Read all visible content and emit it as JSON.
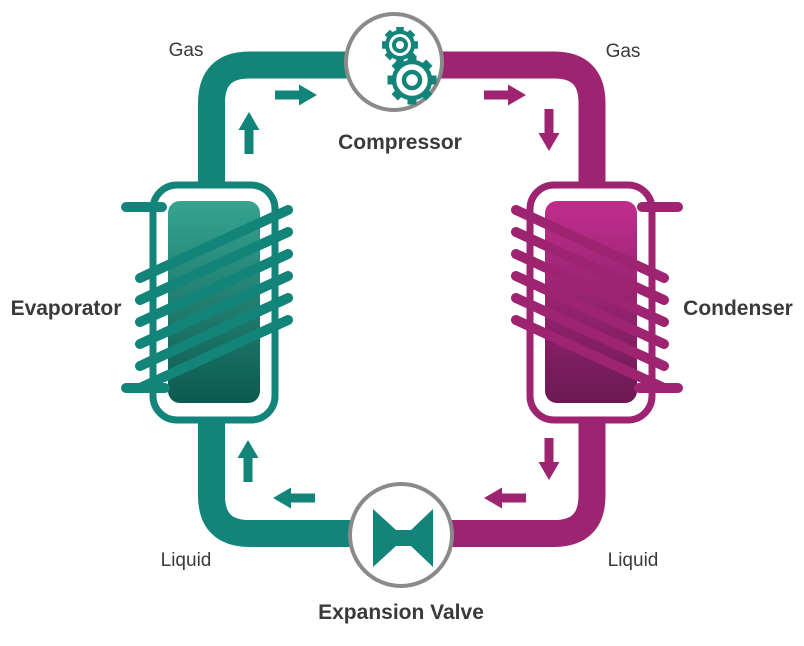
{
  "colors": {
    "teal": "#12847A",
    "magenta": "#9E2472",
    "evaporator_top": "#36A390",
    "evaporator_bottom": "#0C5A4F",
    "condenser_top": "#C02D8C",
    "condenser_bottom": "#6B1953",
    "circle_border": "#8A8A8A",
    "text": "#3A3A3A"
  },
  "components": {
    "compressor": {
      "label": "Compressor",
      "icon": "gears-icon"
    },
    "condenser": {
      "label": "Condenser"
    },
    "expansion_valve": {
      "label": "Expansion Valve",
      "icon": "valve-icon"
    },
    "evaporator": {
      "label": "Evaporator"
    }
  },
  "states": {
    "top_left": "Gas",
    "top_right": "Gas",
    "bottom_left": "Liquid",
    "bottom_right": "Liquid"
  },
  "flow": {
    "direction": "clockwise",
    "arrows": [
      {
        "position": "top-left",
        "direction": "right",
        "color": "teal"
      },
      {
        "position": "left-side-upper",
        "direction": "up",
        "color": "teal"
      },
      {
        "position": "top-right",
        "direction": "right",
        "color": "magenta"
      },
      {
        "position": "right-side-upper",
        "direction": "down",
        "color": "magenta"
      },
      {
        "position": "right-side-lower",
        "direction": "down",
        "color": "magenta"
      },
      {
        "position": "bottom-right",
        "direction": "left",
        "color": "magenta"
      },
      {
        "position": "bottom-left",
        "direction": "left",
        "color": "teal"
      },
      {
        "position": "left-side-lower",
        "direction": "up",
        "color": "teal"
      }
    ]
  }
}
